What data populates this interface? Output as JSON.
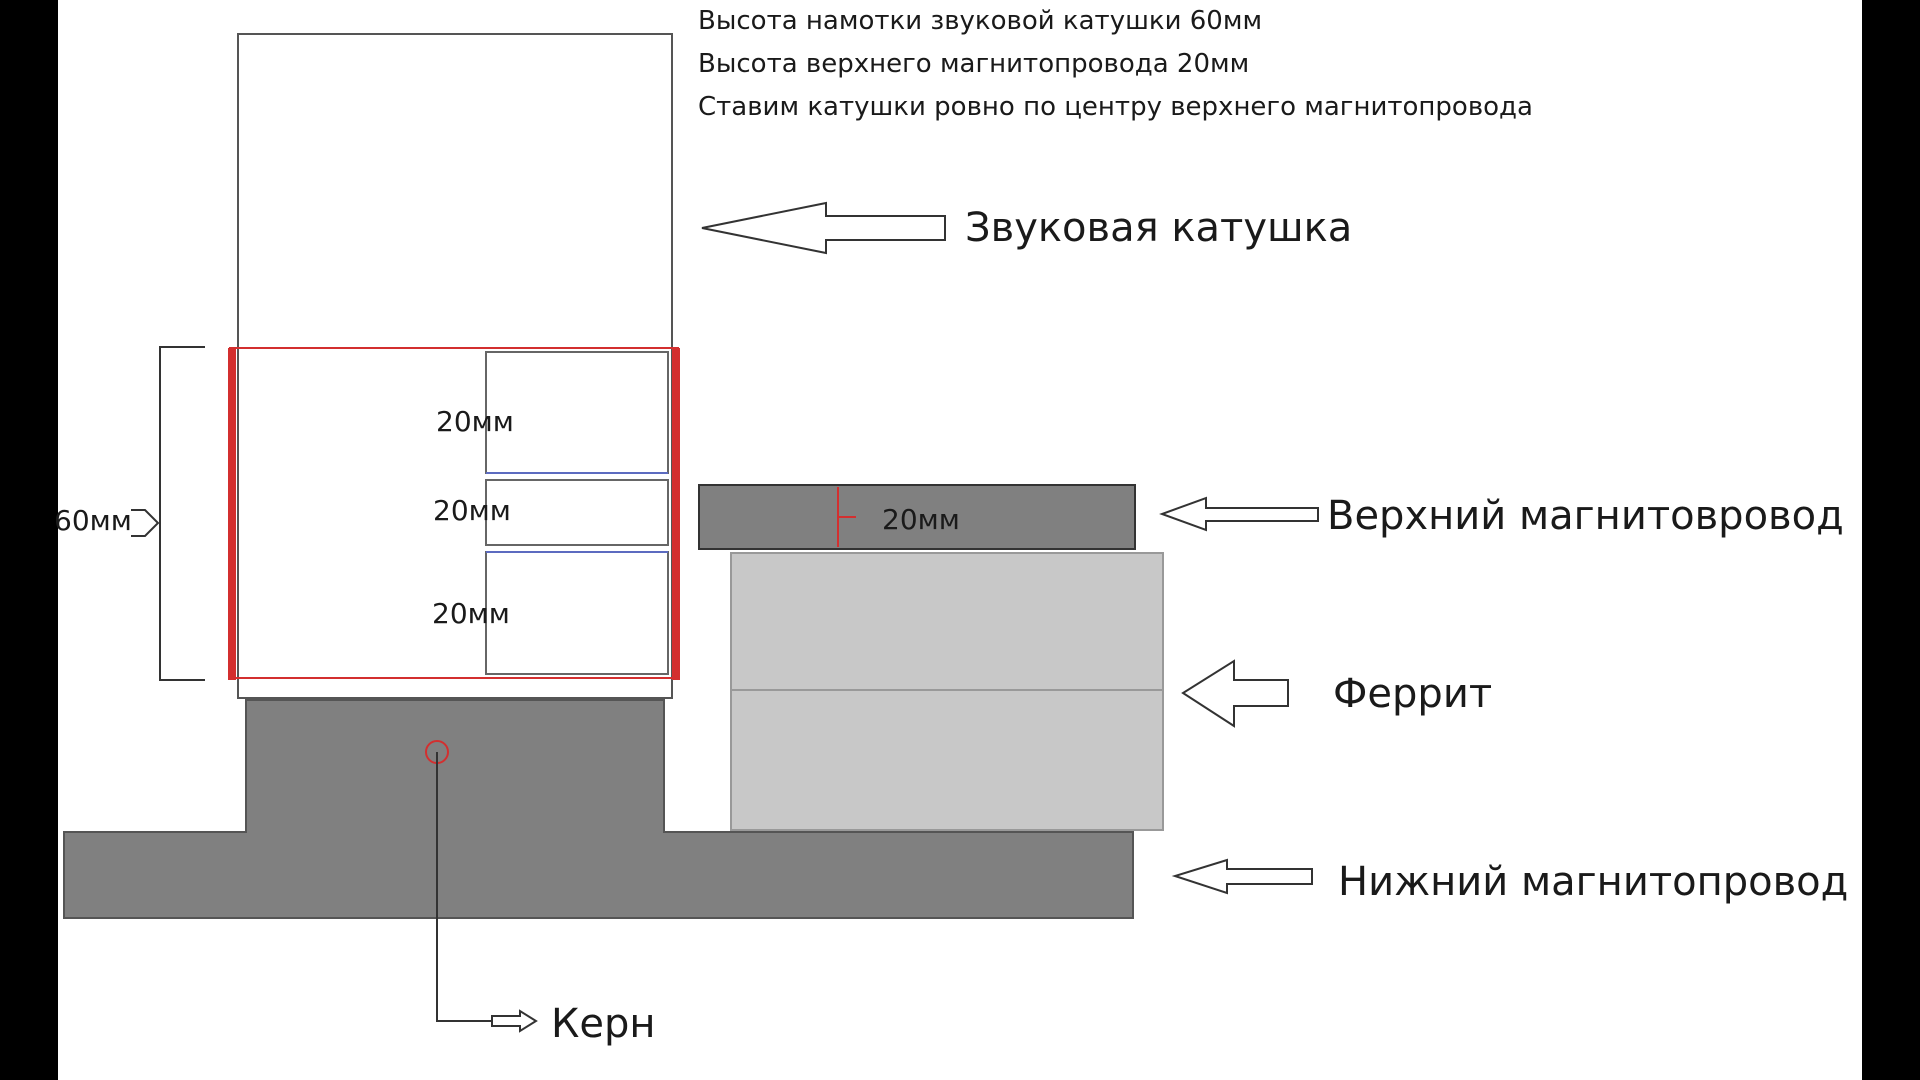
{
  "notes": [
    "Высота намотки звуковой катушки 60мм",
    "Высота верхнего магнитопровода 20мм",
    "Ставим катушки ровно по центру верхнего магнитопровода"
  ],
  "labels": {
    "voice_coil": "Звуковая катушка",
    "top_plate": "Верхний магнитовровод",
    "ferrite": "Феррит",
    "bottom_plate": "Нижний магнитопровод",
    "pole": "Керн"
  },
  "dimensions": {
    "total": "60мм",
    "section_1": "20мм",
    "section_2": "20мм",
    "section_3": "20мм",
    "top_plate": "20мм"
  },
  "colors": {
    "canvas": "#ffffff",
    "frame": "#000000",
    "steel": "#808080",
    "ferrite": "#c8c8c8",
    "winding": "#d32f2f",
    "outline": "#333333"
  }
}
